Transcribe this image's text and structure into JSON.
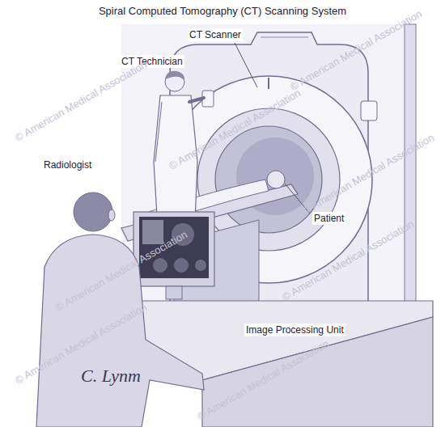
{
  "diagram": {
    "title": "Spiral Computed Tomography (CT) Scanning System",
    "labels": [
      "CT Technician",
      "CT Scanner",
      "Radiologist",
      "Patient",
      "Image Processing Unit",
      "C. Lynm",
      "© American Medical Association",
      "© American Medical Association",
      "© American Medical Association",
      "© American Medical Association",
      "© American Medical Association",
      "© American Medical Association",
      "© American Medical Association",
      "© American Medical Association"
    ]
  }
}
